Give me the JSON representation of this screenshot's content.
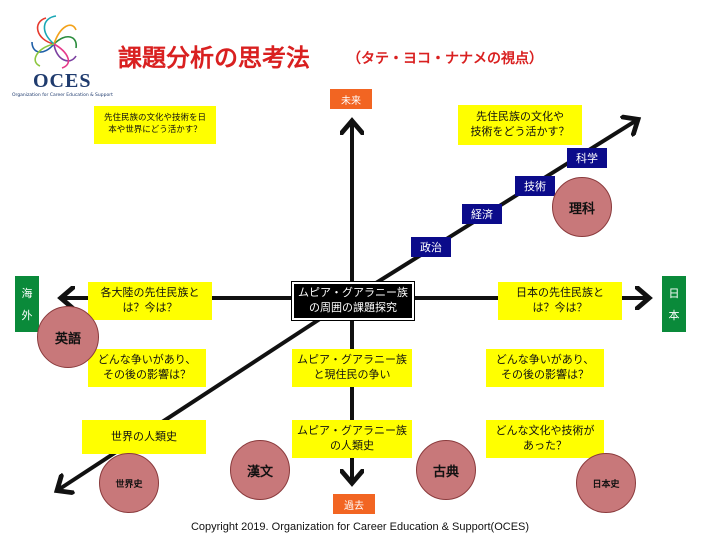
{
  "header": {
    "title": "課題分析の思考法",
    "subtitle": "（タテ・ヨコ・ナナメの視点）",
    "logo": {
      "text": "OCES",
      "tagline": "Organization for Career Education & Support"
    }
  },
  "axes": {
    "top": "未来",
    "bottom": "過去",
    "left": [
      "海",
      "外"
    ],
    "right": [
      "日",
      "本"
    ]
  },
  "center": "ムピア・グアラニー族\nの周囲の課題探究",
  "boxes": {
    "top_left": "先住民族の文化や技術を日\n本や世界にどう活かす？",
    "top_right": "先住民族の文化や\n技術をどう活かす？",
    "mid_left": "各大陸の先住民族と\nは？今は？",
    "mid_right": "日本の先住民族と\nは？今は？",
    "low_left": "どんな争いがあり、\nその後の影響は？",
    "low_center": "ムピア・グアラニー族\nと現住民の争い",
    "low_right": "どんな争いがあり、\nその後の影響は？",
    "bottom_left": "世界の人類史",
    "bottom_center": "ムピア・グアラニー族\nの人類史",
    "bottom_right": "どんな文化や技術が\nあった？"
  },
  "diagonal_labels": [
    "政治",
    "経済",
    "技術",
    "科学"
  ],
  "subjects": [
    "理科",
    "英語",
    "世界史",
    "漢文",
    "古典",
    "日本史"
  ],
  "footer": "Copyright 2019. Organization for Career Education & Support(OCES)",
  "colors": {
    "title": "#d92020",
    "box": "#ffff00",
    "axis_past_future": "#f26522",
    "axis_side": "#0a8a3a",
    "diagonal_label": "#0b0b8a",
    "subject": "#c8787a"
  }
}
